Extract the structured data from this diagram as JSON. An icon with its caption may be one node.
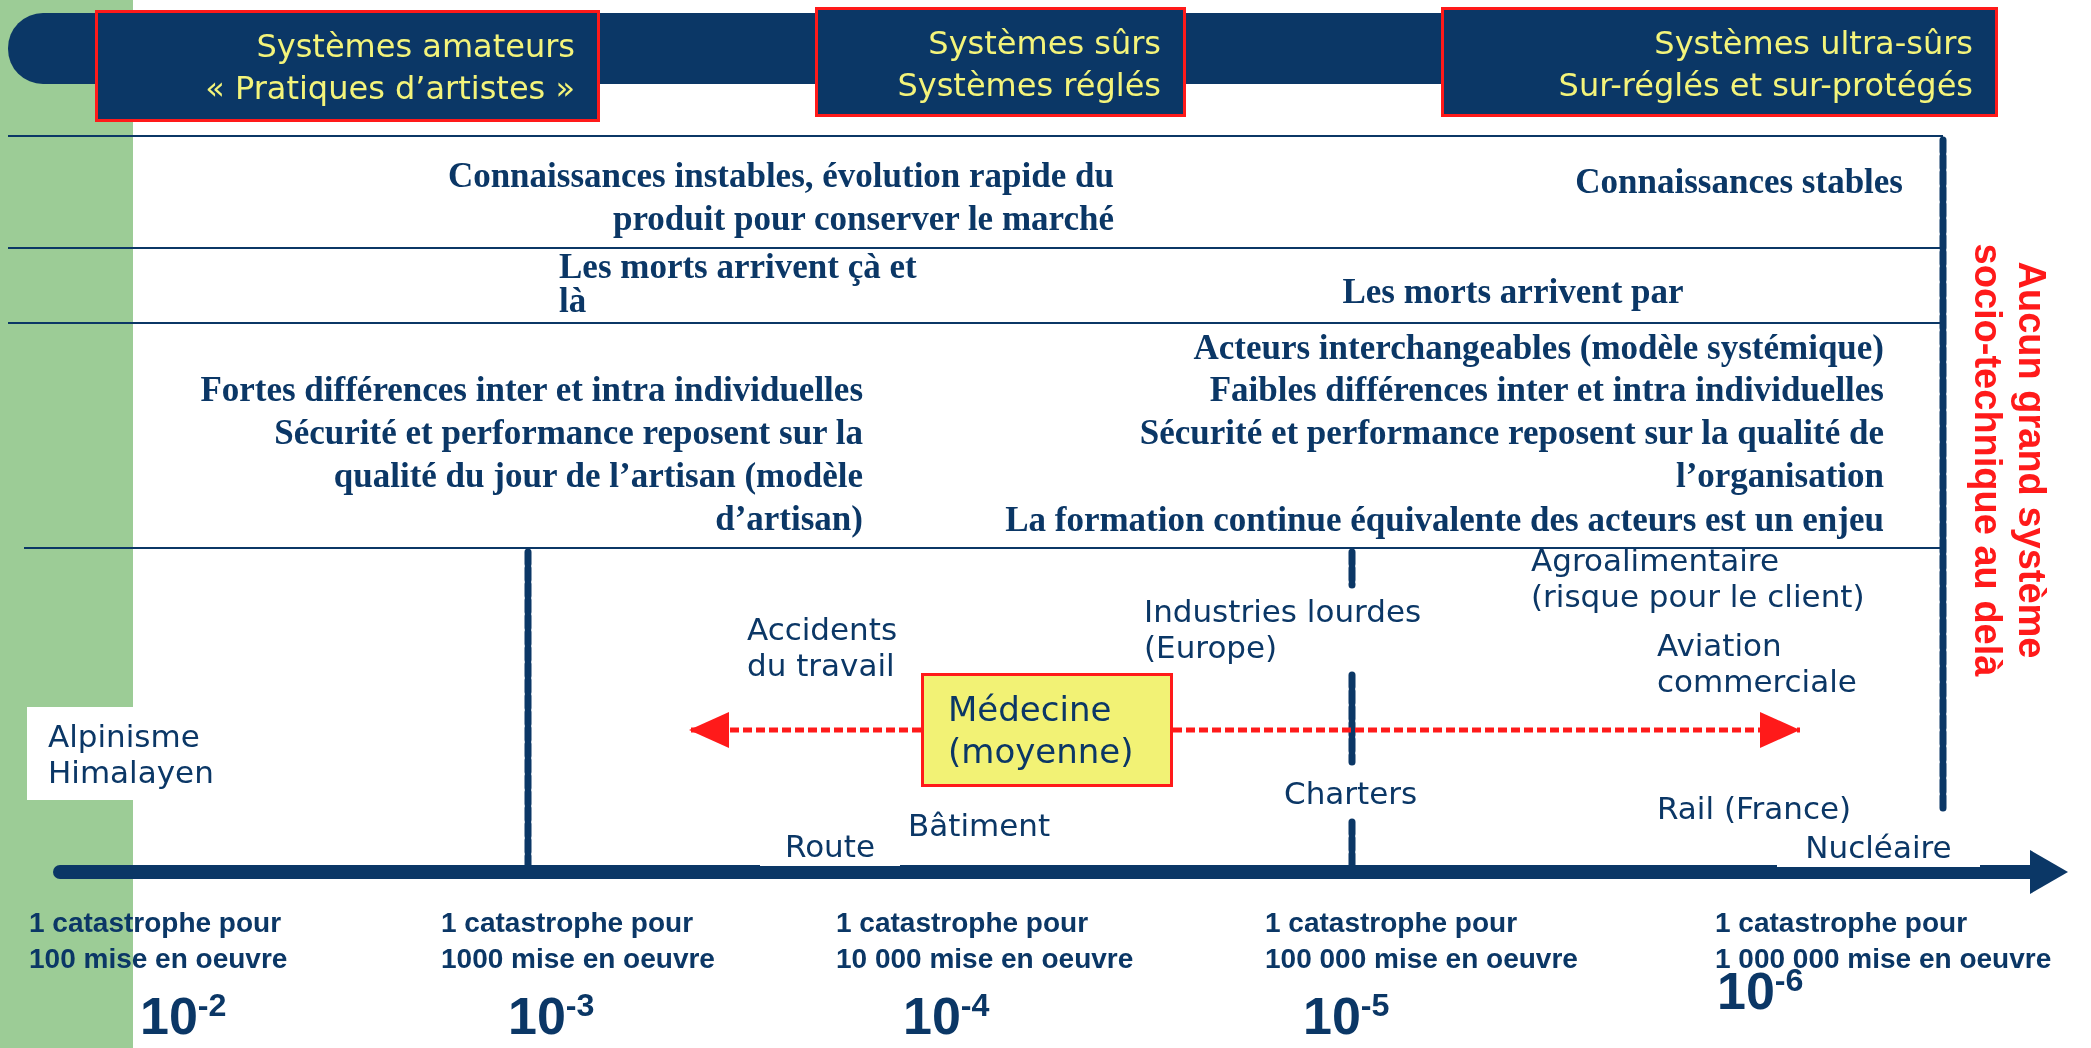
{
  "diagram": {
    "nodes": [
      {
        "text": [
          "Systèmes amateurs",
          "« Pratiques d’artistes »"
        ]
      },
      {
        "text": [
          "Systèmes sûrs",
          "Systèmes réglés"
        ]
      },
      {
        "text": [
          "Systèmes ultra-sûrs",
          "Sur-réglés et sur-protégés"
        ]
      },
      {
        "text": [
          "Médecine (moyenne)"
        ]
      }
    ],
    "edges": [
      {
        "from": 3,
        "to": null,
        "arrow": "to",
        "style": "dashed"
      },
      {
        "from": 3,
        "to": null,
        "arrow": "to",
        "style": "dashed"
      }
    ],
    "labels": [
      "Connaissances instables, évolution rapide du produit pour conserver le marché",
      "Connaissances stables",
      "Les morts arrivent çà et là",
      "Les morts arrivent par",
      "Acteurs interchangeables (modèle systémique)",
      "Fortes différences inter et intra individuelles",
      "Faibles différences inter et intra individuelles",
      "Sécurité et performance reposent sur la qualité du jour de l’artisan (modèle d’artisan)",
      "Sécurité et performance reposent sur la qualité de l’organisation",
      "La formation continue équivalente des acteurs est un enjeu",
      "Aucun grand système socio-technique au delà",
      "Agroalimentaire (risque pour le client)",
      "Accidents du travail",
      "Industries lourdes (Europe)",
      "Aviation commerciale",
      "Alpinisme Himalayen",
      "Charters",
      "Rail (France)",
      "Bâtiment",
      "Route",
      "Nucléaire",
      "1 catastrophe pour 100 mise en oeuvre",
      "1 catastrophe pour 1000 mise en oeuvre",
      "1 catastrophe pour 10 000 mise en oeuvre",
      "1 catastrophe pour 100 000 mise en oeuvre",
      "1 catastrophe pour 1 000 000 mise en oeuvre",
      "10$^{-2}$",
      "10$^{-3}$",
      "10$^{-4}$",
      "10$^{-5}$",
      "10$^{-6}$"
    ]
  }
}
